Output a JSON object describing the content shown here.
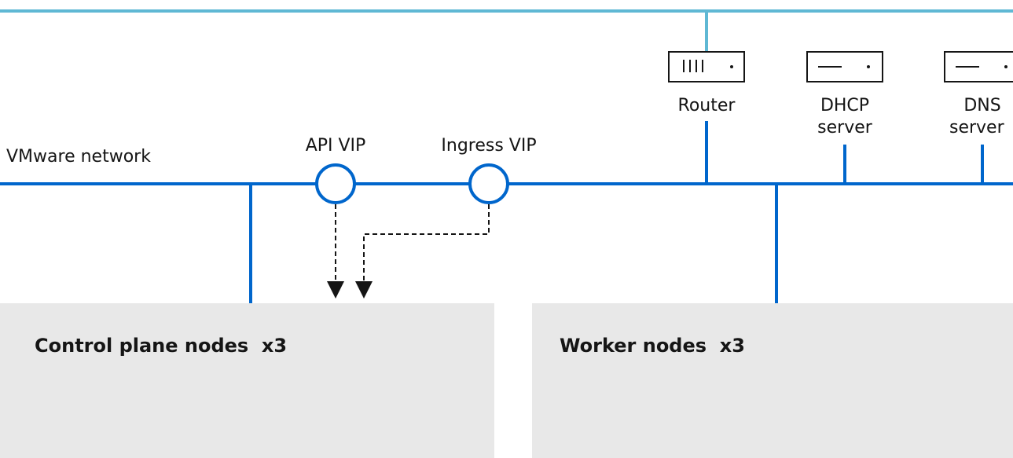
{
  "network": {
    "label": "VMware network"
  },
  "vips": [
    {
      "label": "API VIP"
    },
    {
      "label": "Ingress VIP"
    }
  ],
  "devices": [
    {
      "label": "Router",
      "icon": "router-icon"
    },
    {
      "label_line1": "DHCP",
      "label_line2": "server",
      "icon": "server-icon"
    },
    {
      "label_line1": "DNS",
      "label_line2": "server",
      "icon": "server-icon"
    }
  ],
  "nodes": [
    {
      "title": "Control plane nodes  x3"
    },
    {
      "title": "Worker nodes  x3"
    }
  ],
  "colors": {
    "uplink": "#5fb8d4",
    "network": "#0066cc",
    "box_fill": "#e8e8e8",
    "text": "#151515",
    "dashed": "#151515"
  }
}
